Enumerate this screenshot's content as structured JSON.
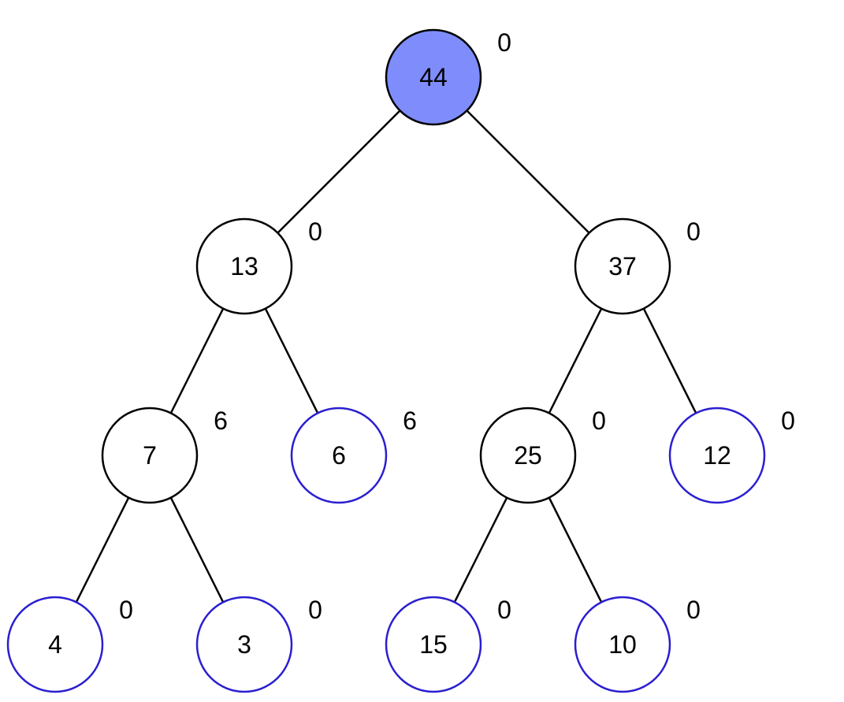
{
  "colors": {
    "root_fill": "#7e8dfb",
    "leaf_stroke": "#2a1fd0",
    "internal_stroke": "#000000",
    "edge": "#000000",
    "text": "#000000"
  },
  "nodes": [
    {
      "id": "n44",
      "value": "44",
      "side": "0",
      "kind": "root"
    },
    {
      "id": "n13",
      "value": "13",
      "side": "0",
      "kind": "internal"
    },
    {
      "id": "n37",
      "value": "37",
      "side": "0",
      "kind": "internal"
    },
    {
      "id": "n7",
      "value": "7",
      "side": "6",
      "kind": "internal"
    },
    {
      "id": "n6",
      "value": "6",
      "side": "6",
      "kind": "leaf"
    },
    {
      "id": "n25",
      "value": "25",
      "side": "0",
      "kind": "internal"
    },
    {
      "id": "n12",
      "value": "12",
      "side": "0",
      "kind": "leaf"
    },
    {
      "id": "n4",
      "value": "4",
      "side": "0",
      "kind": "leaf"
    },
    {
      "id": "n3",
      "value": "3",
      "side": "0",
      "kind": "leaf"
    },
    {
      "id": "n15",
      "value": "15",
      "side": "0",
      "kind": "leaf"
    },
    {
      "id": "n10",
      "value": "10",
      "side": "0",
      "kind": "leaf"
    }
  ],
  "edges": [
    [
      "n44",
      "n13"
    ],
    [
      "n44",
      "n37"
    ],
    [
      "n13",
      "n7"
    ],
    [
      "n13",
      "n6"
    ],
    [
      "n37",
      "n25"
    ],
    [
      "n37",
      "n12"
    ],
    [
      "n7",
      "n4"
    ],
    [
      "n7",
      "n3"
    ],
    [
      "n25",
      "n15"
    ],
    [
      "n25",
      "n10"
    ]
  ]
}
